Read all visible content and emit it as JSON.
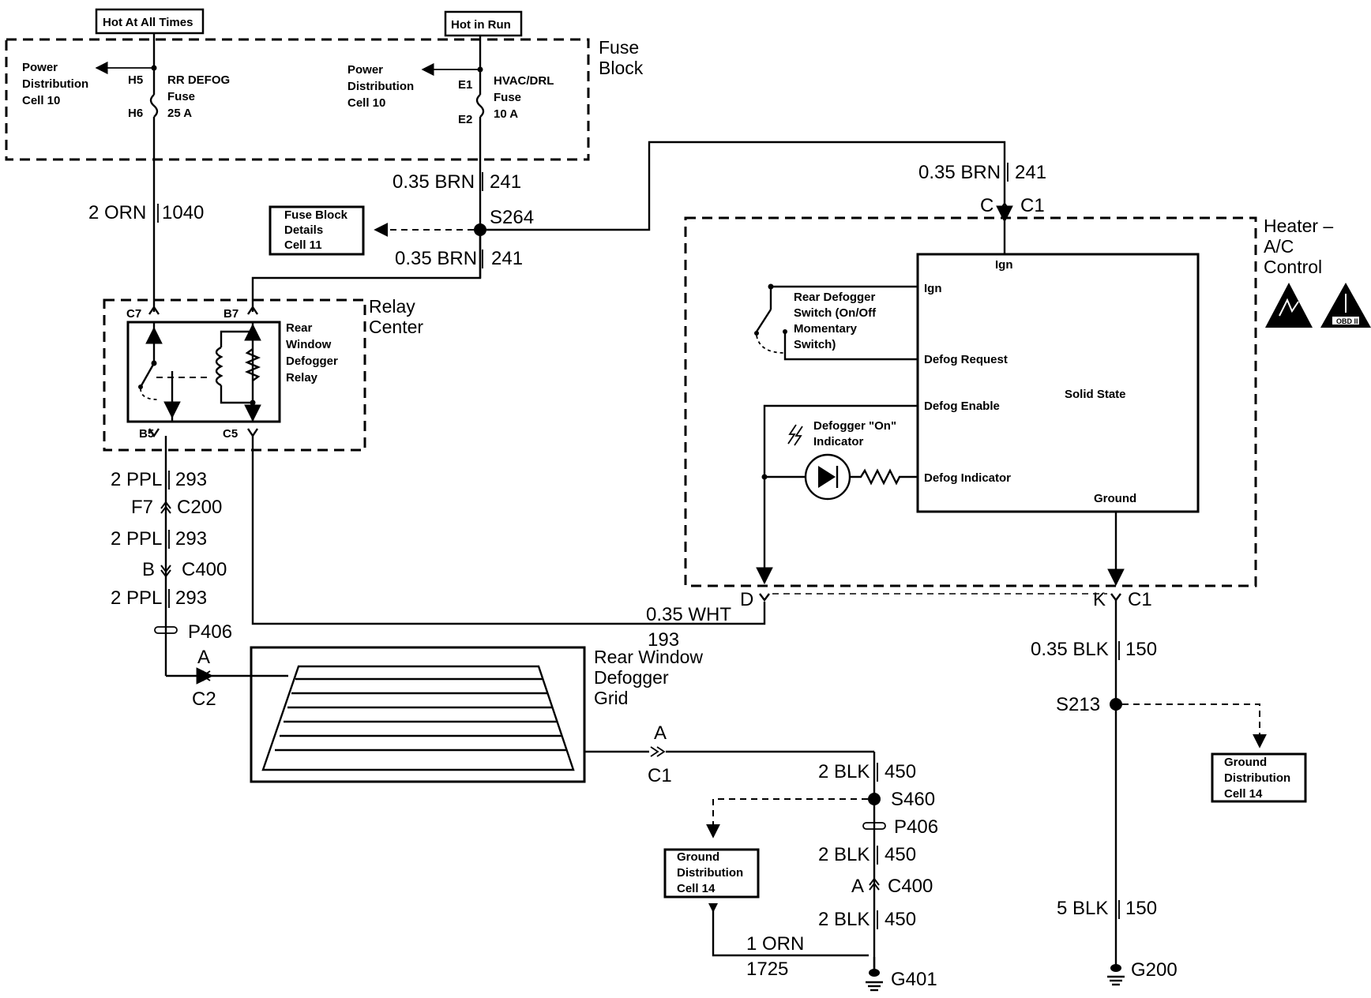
{
  "sources": {
    "hot_at_all_times": "Hot At All Times",
    "hot_in_run": "Hot in Run"
  },
  "fuse_block": {
    "title_line1": "Fuse",
    "title_line2": "Block",
    "pd_left": [
      "Power",
      "Distribution",
      "Cell 10"
    ],
    "pd_right": [
      "Power",
      "Distribution",
      "Cell 10"
    ],
    "fuse1": {
      "terms": [
        "H5",
        "H6"
      ],
      "name": [
        "RR DEFOG",
        "Fuse",
        "25 A"
      ]
    },
    "fuse2": {
      "terms": [
        "E1",
        "E2"
      ],
      "name": [
        "HVAC/DRL",
        "Fuse",
        "10 A"
      ]
    }
  },
  "wires": {
    "w1040": {
      "size": "2 ORN",
      "circuit": "1040"
    },
    "w241a": {
      "size": "0.35 BRN",
      "circuit": "241"
    },
    "w241b": {
      "size": "0.35 BRN",
      "circuit": "241"
    },
    "w241c": {
      "size": "0.35 BRN",
      "circuit": "241"
    },
    "w293a": {
      "size": "2 PPL",
      "circuit": "293"
    },
    "w293b": {
      "size": "2 PPL",
      "circuit": "293"
    },
    "w293c": {
      "size": "2 PPL",
      "circuit": "293"
    },
    "w193": {
      "size": "0.35 WHT",
      "circuit": "193"
    },
    "w150a": {
      "size": "0.35 BLK",
      "circuit": "150"
    },
    "w150b": {
      "size": "5 BLK",
      "circuit": "150"
    },
    "w450a": {
      "size": "2 BLK",
      "circuit": "450"
    },
    "w450b": {
      "size": "2 BLK",
      "circuit": "450"
    },
    "w450c": {
      "size": "2 BLK",
      "circuit": "450"
    },
    "w1725": {
      "size": "1 ORN",
      "circuit": "1725"
    }
  },
  "splices": {
    "s264": "S264",
    "s213": "S213",
    "s460": "S460"
  },
  "fuse_block_details": [
    "Fuse Block",
    "Details",
    "Cell 11"
  ],
  "relay_center": {
    "title_line1": "Relay",
    "title_line2": "Center",
    "pins": {
      "c7": "C7",
      "b7": "B7",
      "b5": "B5",
      "c5": "C5"
    },
    "relay_name": [
      "Rear",
      "Window",
      "Defogger",
      "Relay"
    ]
  },
  "connectors": {
    "f7": "F7",
    "c200": "C200",
    "b": "B",
    "c400": "C400",
    "p406": "P406",
    "a_c2": "A",
    "c2": "C2",
    "a_c1": "A",
    "c1": "C1",
    "p406b": "P406",
    "a_c400": "A",
    "c400b": "C400",
    "d": "D",
    "k": "K",
    "c1_k": "C1",
    "top_c": "C",
    "top_c1": "C1"
  },
  "hvac": {
    "title": [
      "Heater –",
      "A/C",
      "Control"
    ],
    "module": {
      "ign_top": "Ign",
      "ign": "Ign",
      "defog_request": "Defog Request",
      "defog_enable": "Defog Enable",
      "defog_indicator": "Defog Indicator",
      "solid_state": "Solid State",
      "ground": "Ground"
    },
    "switch_label": [
      "Rear Defogger",
      "Switch (On/Off",
      "Momentary",
      "Switch)"
    ],
    "indicator_label": [
      "Defogger \"On\"",
      "Indicator"
    ],
    "obd_label": "OBD II"
  },
  "grid": {
    "label": [
      "Rear Window",
      "Defogger",
      "Grid"
    ]
  },
  "ground_dist_right": [
    "Ground",
    "Distribution",
    "Cell 14"
  ],
  "ground_dist_left": [
    "Ground",
    "Distribution",
    "Cell 14"
  ],
  "grounds": {
    "g200": "G200",
    "g401": "G401"
  }
}
